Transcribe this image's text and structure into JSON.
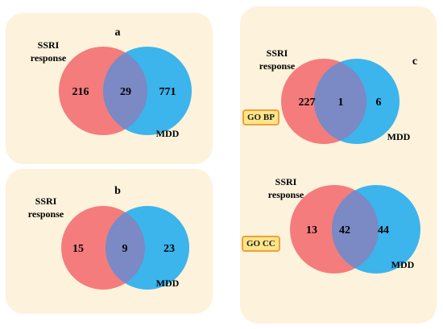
{
  "colors": {
    "panel_bg": "#fdf2db",
    "ssri_circle": "#f47c7c",
    "mdd_circle": "#3cb4ec",
    "overlap": "#7b89c4",
    "tag_bg": "#fde58a",
    "tag_border": "#f0a03a"
  },
  "panels": {
    "a": {
      "letter": "a",
      "left_label_1": "SSRI",
      "left_label_2": "response",
      "right_label": "MDD",
      "left_only": "216",
      "shared": "29",
      "right_only": "771"
    },
    "b": {
      "letter": "b",
      "left_label_1": "SSRI",
      "left_label_2": "response",
      "right_label": "MDD",
      "left_only": "15",
      "shared": "9",
      "right_only": "23"
    },
    "c": {
      "letter": "c",
      "bp": {
        "tag": "GO BP",
        "left_label_1": "SSRI",
        "left_label_2": "response",
        "right_label": "MDD",
        "left_only": "227",
        "shared": "1",
        "right_only": "6"
      },
      "cc": {
        "tag": "GO CC",
        "left_label_1": "SSRI",
        "left_label_2": "response",
        "right_label": "MDD",
        "left_only": "13",
        "shared": "42",
        "right_only": "44"
      }
    }
  }
}
